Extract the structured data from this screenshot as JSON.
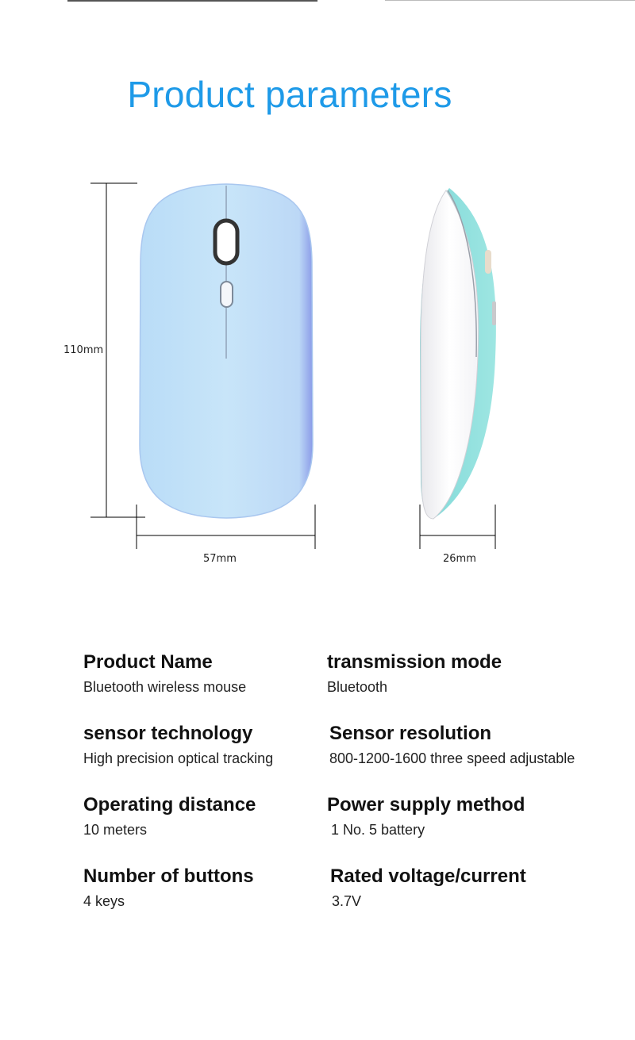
{
  "title": "Product parameters",
  "dimensions": {
    "length": "110mm",
    "width": "57mm",
    "height": "26mm"
  },
  "colors": {
    "accent": "#1e9ae8",
    "mouse_top": "#c4e3f8",
    "mouse_side": "#8fe0de"
  },
  "specs": [
    {
      "name": "Product Name",
      "value": "Bluetooth wireless mouse"
    },
    {
      "name": "transmission mode",
      "value": "Bluetooth"
    },
    {
      "name": "sensor technology",
      "value": "High precision optical tracking"
    },
    {
      "name": "Sensor resolution",
      "value": "800-1200-1600 three speed adjustable"
    },
    {
      "name": "Operating distance",
      "value": "10 meters"
    },
    {
      "name": "Power supply method",
      "value": "1 No. 5 battery"
    },
    {
      "name": "Number of buttons",
      "value": "4 keys"
    },
    {
      "name": "Rated voltage/current",
      "value": "3.7V"
    }
  ]
}
